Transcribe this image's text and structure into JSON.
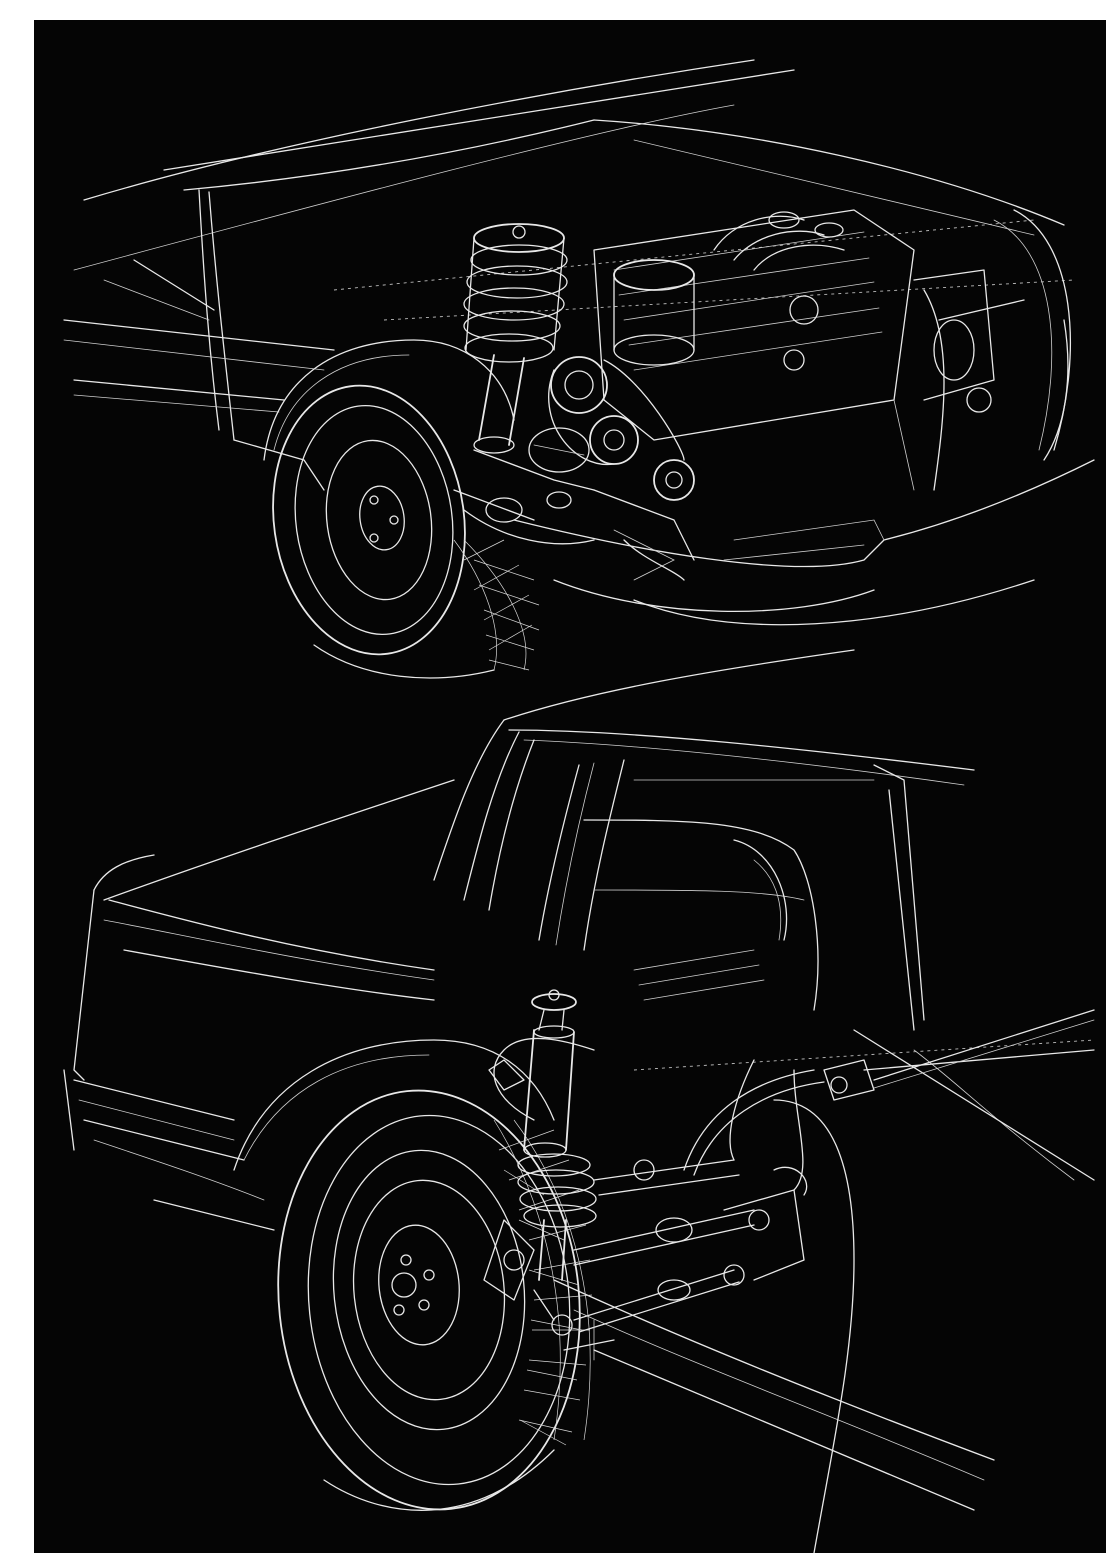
{
  "illustration": {
    "background_color": "#050505",
    "line_color": "#e8e8e8",
    "margin_color": "#ffffff",
    "views": [
      {
        "id": "front",
        "subject": "front-suspension-and-engine-cutaway",
        "icon": "car-front-quarter-icon"
      },
      {
        "id": "rear",
        "subject": "rear-suspension-cutaway",
        "icon": "car-rear-quarter-icon"
      }
    ]
  }
}
